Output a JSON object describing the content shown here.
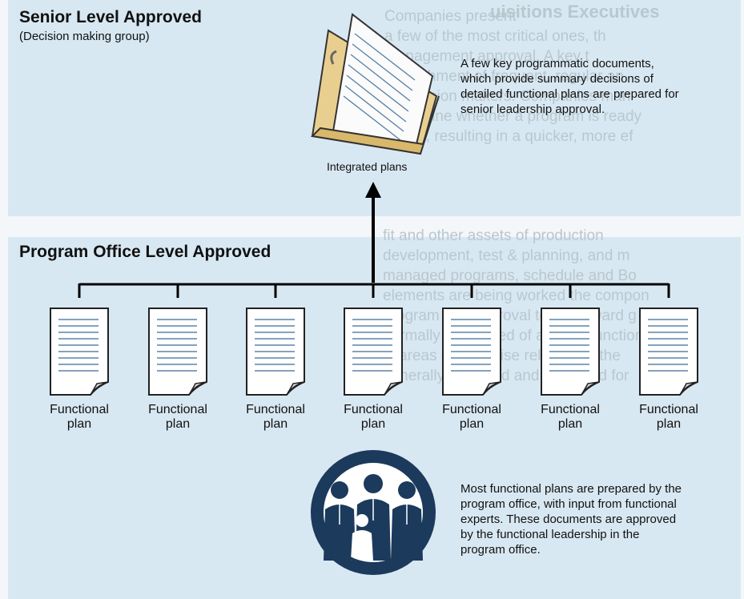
{
  "senior": {
    "title": "Senior Level Approved",
    "subtitle": "(Decision making group)",
    "note": "A few key programmatic documents,\nwhich provide summary decisions of\ndetailed functional plans are prepared for\nsenior leadership approval.",
    "integrated_label": "Integrated plans"
  },
  "program": {
    "title": "Program Office Level Approved",
    "note": "Most functional plans are prepared by the\nprogram office, with input from functional\nexperts. These documents are approved\nby the functional leadership in the\nprogram office."
  },
  "functional_plans": [
    {
      "line1": "Functional",
      "line2": "plan"
    },
    {
      "line1": "Functional",
      "line2": "plan"
    },
    {
      "line1": "Functional",
      "line2": "plan"
    },
    {
      "line1": "Functional",
      "line2": "plan"
    },
    {
      "line1": "Functional",
      "line2": "plan"
    },
    {
      "line1": "Functional",
      "line2": "plan"
    },
    {
      "line1": "Functional",
      "line2": "plan"
    }
  ],
  "bleed_text": {
    "corner": "uisitions Executives",
    "block_top": "Companies present\na few of the most critical ones, th\nmanagement approval. A key t\nstablishment of frequent, regular an\nat decision makers. Companies man\ndetermine whether a program is ready\nphase, resulting in a quicker, more ef",
    "block_bottom": "fit and other assets of production\ndevelopment, test & planning, and m\nmanaged programs, schedule and Bo\nelements are being worked the compon\nprogram has approval to go forward g\nnormally composed of a cross-function\nin areas of expertise relevant to the\ngenerally prepared and approved for"
  },
  "colors": {
    "band": "#d8e8f2",
    "page": "#f4f7f9",
    "ghost_text": "#b9c7cf",
    "circle": "#1b3a5c",
    "folder": "#e9cf8f",
    "doc_line": "#5b84a8"
  },
  "icons": {
    "integrated": "folder-with-document-icon",
    "functional": "document-page-icon",
    "group": "business-group-icon",
    "connector": "arrow-up-icon"
  }
}
